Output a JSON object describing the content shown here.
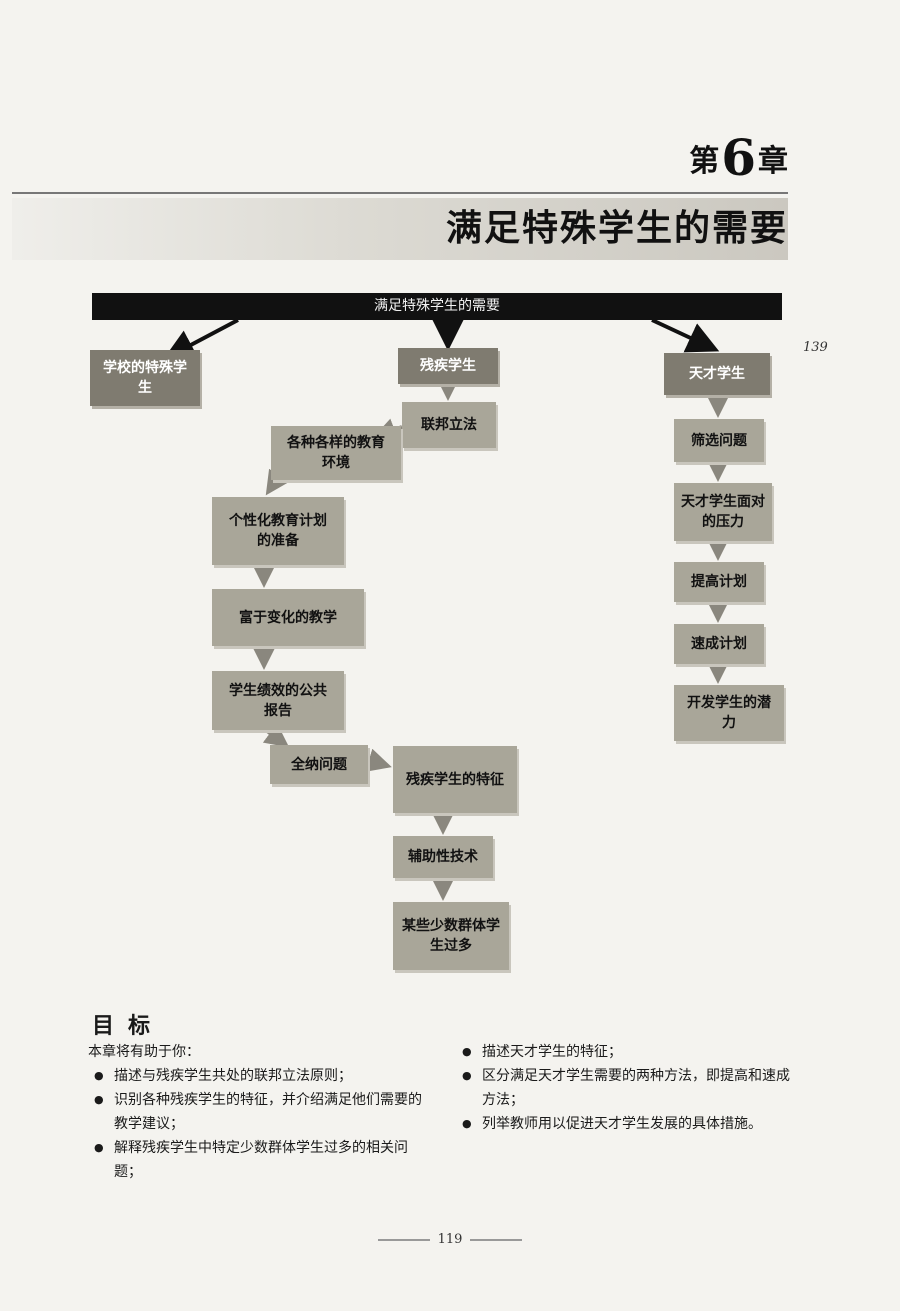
{
  "header": {
    "chapter_prefix": "第",
    "chapter_number": "6",
    "chapter_suffix": "章",
    "title": "满足特殊学生的需要"
  },
  "side_page_number": "139",
  "flowchart": {
    "root": "满足特殊学生的需要",
    "school_special": "学校的特殊学生",
    "disabled": "残疾学生",
    "gifted": "天才学生",
    "federal_law": "联邦立法",
    "environments": "各种各样的教育环境",
    "iep": "个性化教育计划的准备",
    "varied_teaching": "富于变化的教学",
    "public_report": "学生绩效的公共报告",
    "inclusion": "全纳问题",
    "disabled_traits": "残疾学生的特征",
    "assistive_tech": "辅助性技术",
    "minority_over": "某些少数群体学生过多",
    "screening": "筛选问题",
    "gifted_pressure": "天才学生面对的压力",
    "enrichment": "提高计划",
    "acceleration": "速成计划",
    "potential": "开发学生的潜力"
  },
  "goals": {
    "title": "目标",
    "intro": "本章将有助于你：",
    "left_items": [
      "描述与残疾学生共处的联邦立法原则；",
      "识别各种残疾学生的特征，并介绍满足他们需要的教学建议；",
      "解释残疾学生中特定少数群体学生过多的相关问题；"
    ],
    "right_items": [
      "描述天才学生的特征；",
      "区分满足天才学生需要的两种方法，即提高和速成方法；",
      "列举教师用以促进天才学生发展的具体措施。"
    ]
  },
  "page_number": "119",
  "colors": {
    "dark_box": "#7f7b70",
    "light_box": "#a9a699",
    "bar": "#111111",
    "arrow": "#8a877e"
  }
}
